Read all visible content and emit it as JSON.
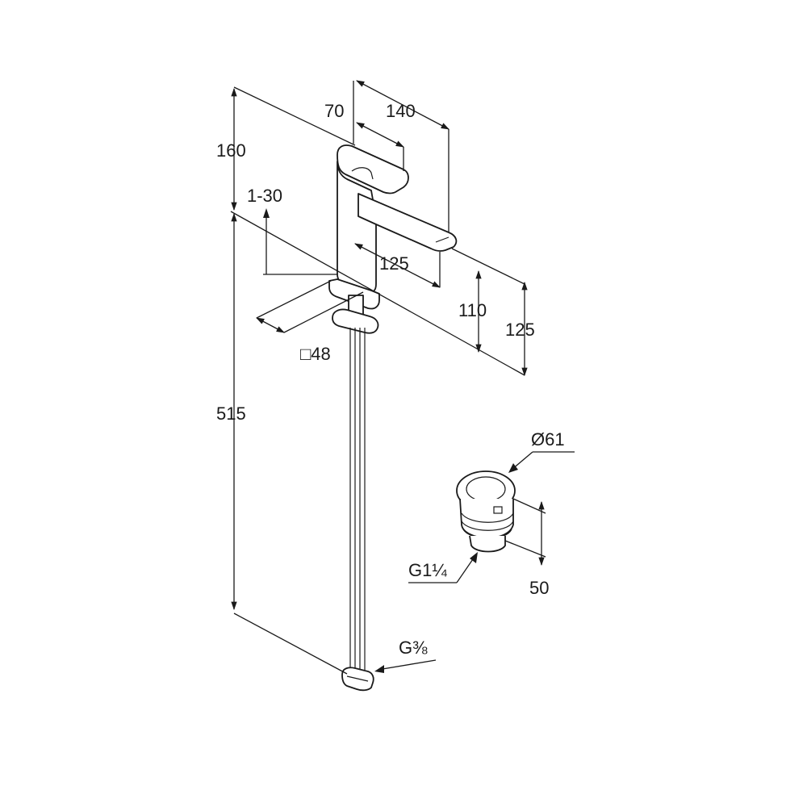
{
  "dimensions": {
    "d160": "160",
    "d1_30": "1-30",
    "d70": "70",
    "d140": "140",
    "d125_spout": "125",
    "d110": "110",
    "d125_height": "125",
    "sq48": "□48",
    "d515": "515",
    "d61": "Ø61",
    "g1_1_4": "G1¼",
    "d50": "50",
    "g3_8": "G⅜"
  },
  "colors": {
    "line": "#1a1a1a",
    "background": "#ffffff"
  }
}
